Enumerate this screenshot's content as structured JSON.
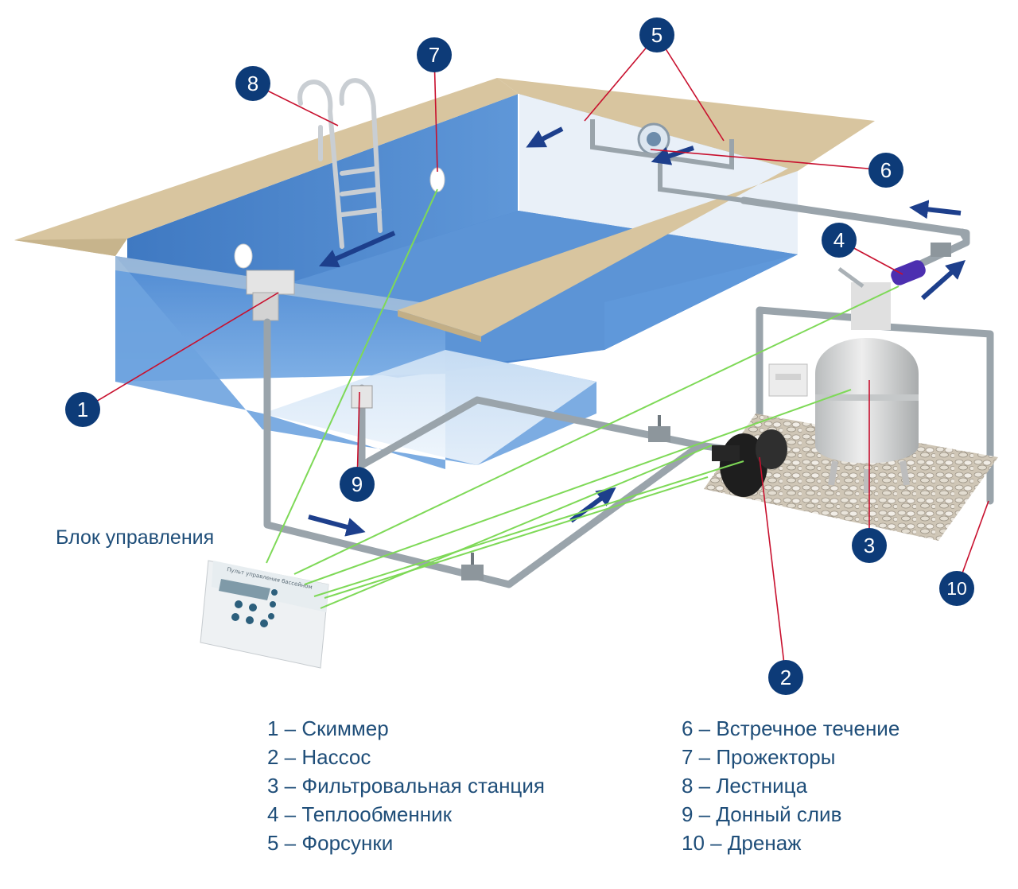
{
  "markers": [
    {
      "number": "1"
    },
    {
      "number": "2"
    },
    {
      "number": "3"
    },
    {
      "number": "4"
    },
    {
      "number": "5"
    },
    {
      "number": "6"
    },
    {
      "number": "7"
    },
    {
      "number": "8"
    },
    {
      "number": "9"
    },
    {
      "number": "10"
    }
  ],
  "control_panel": {
    "title": "Блок управления",
    "device_caption": "Пульт управления бассейном"
  },
  "legend": {
    "left": [
      "1 – Скиммер",
      "2 – Нассос",
      "3 – Фильтровальная станция",
      "4 – Теплообменник",
      "5 – Форсунки"
    ],
    "right": [
      "6 – Встречное течение",
      "7 – Прожекторы",
      "8 – Лестница",
      "9 – Донный слив",
      "10 – Дренаж"
    ]
  },
  "colors": {
    "badge": "#0d3b78",
    "leader_red": "#c8102e",
    "leader_green": "#7ed957",
    "water": "#5b94d6",
    "deck": "#d8c59f",
    "pipe": "#9aa4ab",
    "arrow": "#1d3f8c"
  }
}
